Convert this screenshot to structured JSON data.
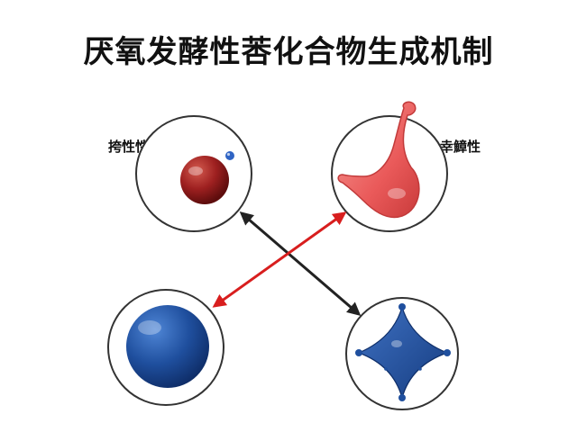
{
  "title": "厌氧发酵性莕化合物生成机制",
  "labels": {
    "top_left": "挎性性沧醚",
    "top_right": "幸鱆性"
  },
  "colors": {
    "circle_stroke": "#333333",
    "dark_red": "#8b1a1a",
    "salmon": "#ef6a6a",
    "blue": "#1f4f9e",
    "arrow_black": "#222222",
    "arrow_red": "#d81e1e"
  },
  "nodes": [
    {
      "id": "dark-red-sphere",
      "icon": "dark-red-sphere-icon"
    },
    {
      "id": "stomach-shape",
      "icon": "stomach-shape-icon"
    },
    {
      "id": "blue-sphere",
      "icon": "blue-sphere-icon"
    },
    {
      "id": "blue-star",
      "icon": "blue-four-point-star-icon"
    }
  ],
  "arrows": [
    {
      "from": "dark-red-sphere",
      "to": "blue-star",
      "bidirectional": true,
      "color": "black"
    },
    {
      "from": "blue-sphere",
      "to": "stomach-shape",
      "bidirectional": true,
      "color": "red"
    }
  ]
}
